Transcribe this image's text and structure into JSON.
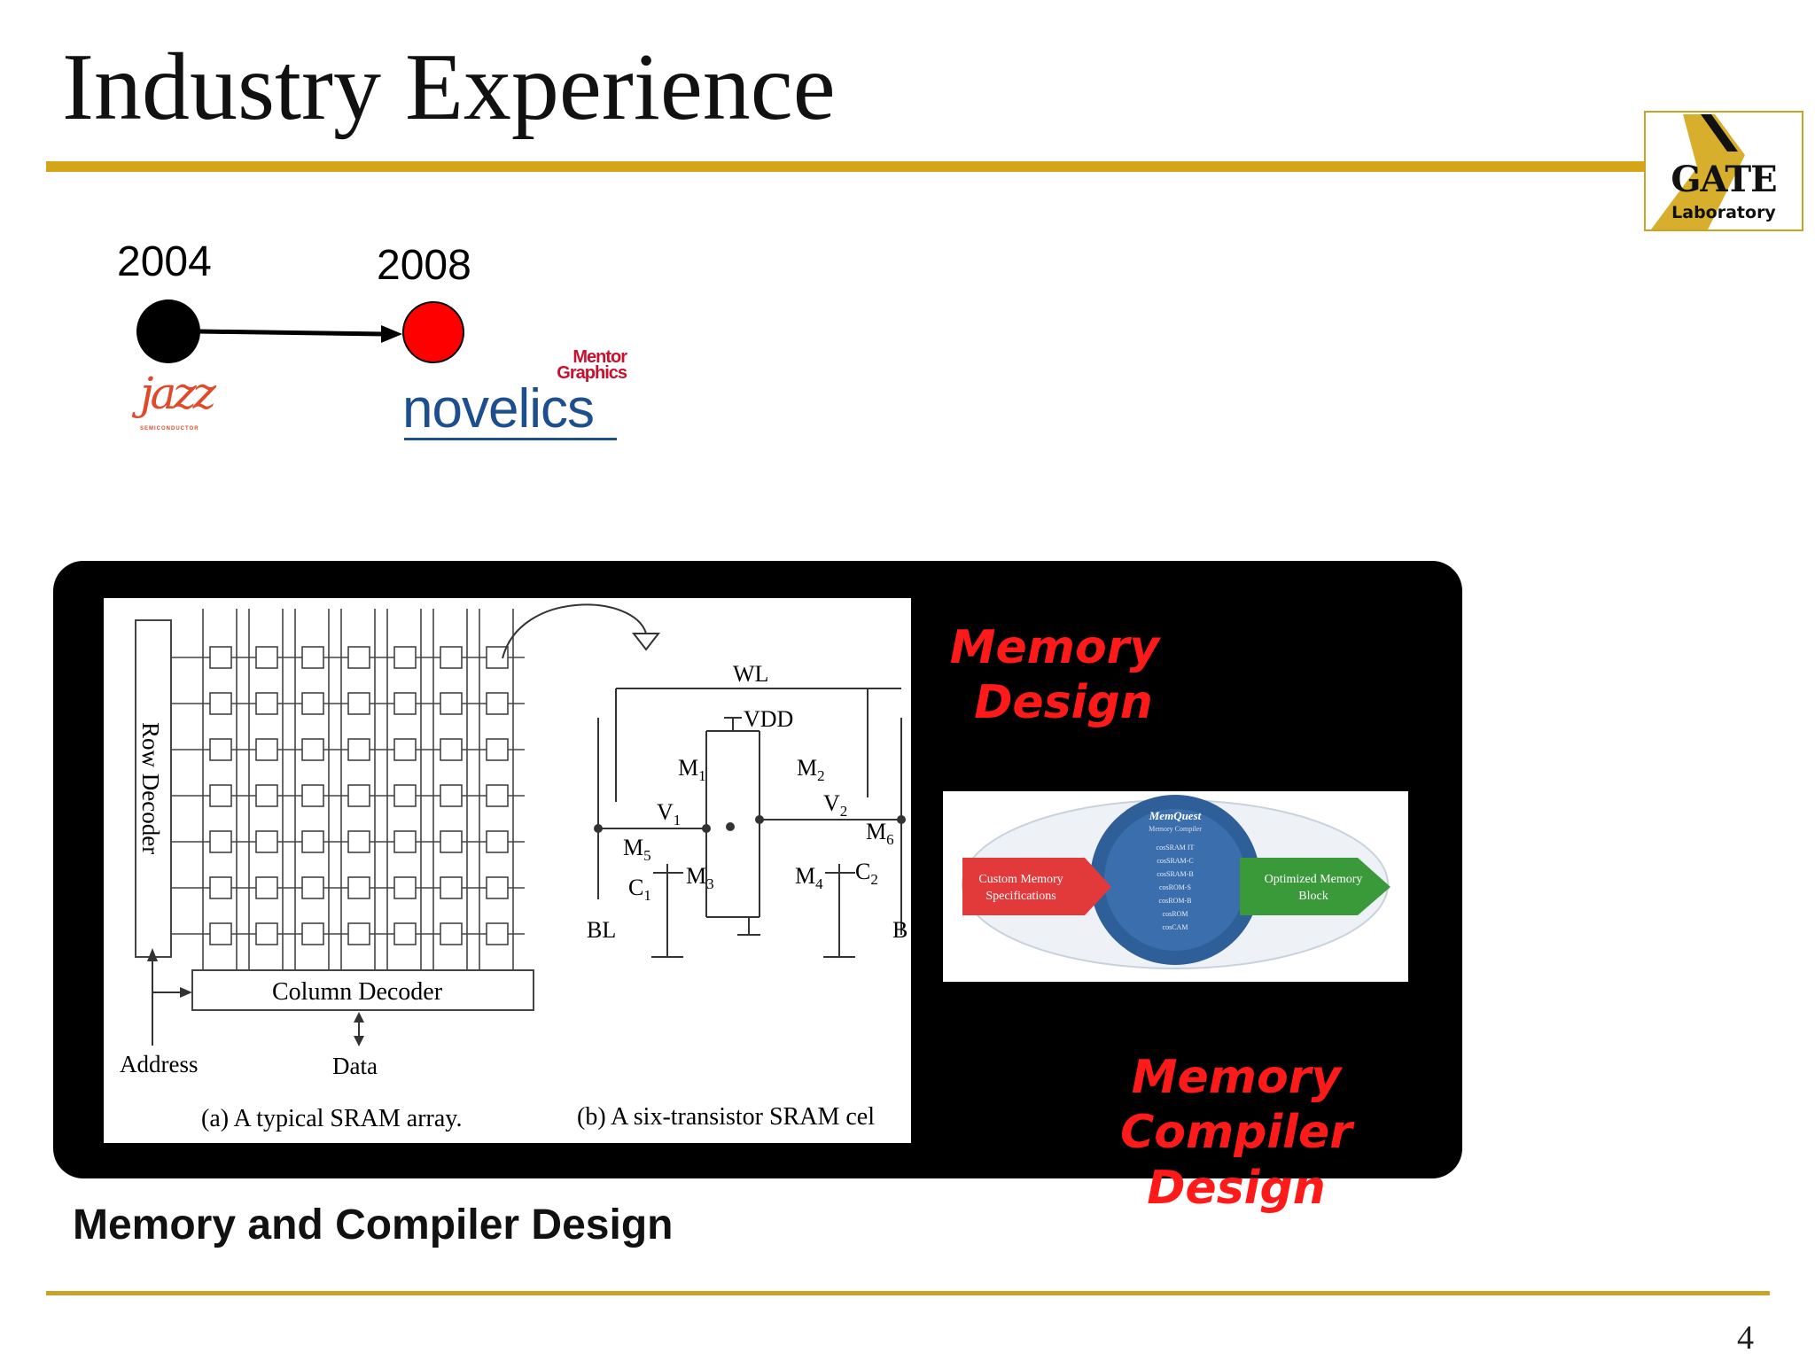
{
  "slide": {
    "title": "Industry Experience",
    "page_number": "4",
    "caption": "Memory and Compiler Design"
  },
  "logo": {
    "name": "GATE",
    "subtitle": "Laboratory"
  },
  "timeline": {
    "points": [
      {
        "year": "2004",
        "color": "#000000",
        "company": "jazz",
        "company_sub": "SEMICONDUCTOR"
      },
      {
        "year": "2008",
        "color": "#ff0000",
        "company": "novelics",
        "company_sub": "Mentor Graphics"
      }
    ]
  },
  "labels": {
    "memory_design": [
      "Memory",
      "Design"
    ],
    "memory_compiler": [
      "Memory Compiler",
      "Design"
    ]
  },
  "sram_figure": {
    "row_decoder": "Row Decoder",
    "column_decoder": "Column Decoder",
    "address": "Address",
    "data": "Data",
    "caption_a": "(a) A typical SRAM array.",
    "caption_b": "(b) A six-transistor SRAM cel",
    "wl": "WL",
    "vdd": "VDD",
    "bl": "BL",
    "blb": "B",
    "m1": "M",
    "m1_sub": "1",
    "m2": "M",
    "m2_sub": "2",
    "m3": "M",
    "m3_sub": "3",
    "m4": "M",
    "m4_sub": "4",
    "m5": "M",
    "m5_sub": "5",
    "m6": "M",
    "m6_sub": "6",
    "v1": "V",
    "v1_sub": "1",
    "v2": "V",
    "v2_sub": "2",
    "c1": "C",
    "c1_sub": "1",
    "c2": "C",
    "c2_sub": "2"
  },
  "memquest": {
    "center_title": "MemQuest",
    "center_sub": "Memory Compiler",
    "left_arrow": [
      "Custom Memory",
      "Specifications"
    ],
    "right_arrow": [
      "Optimized Memory",
      "Block"
    ],
    "list": [
      "cosSRAM IT",
      "cosSRAM-C",
      "cosSRAM-B",
      "cosROM-S",
      "cosROM-B",
      "cosROM",
      "cosCAM"
    ]
  }
}
